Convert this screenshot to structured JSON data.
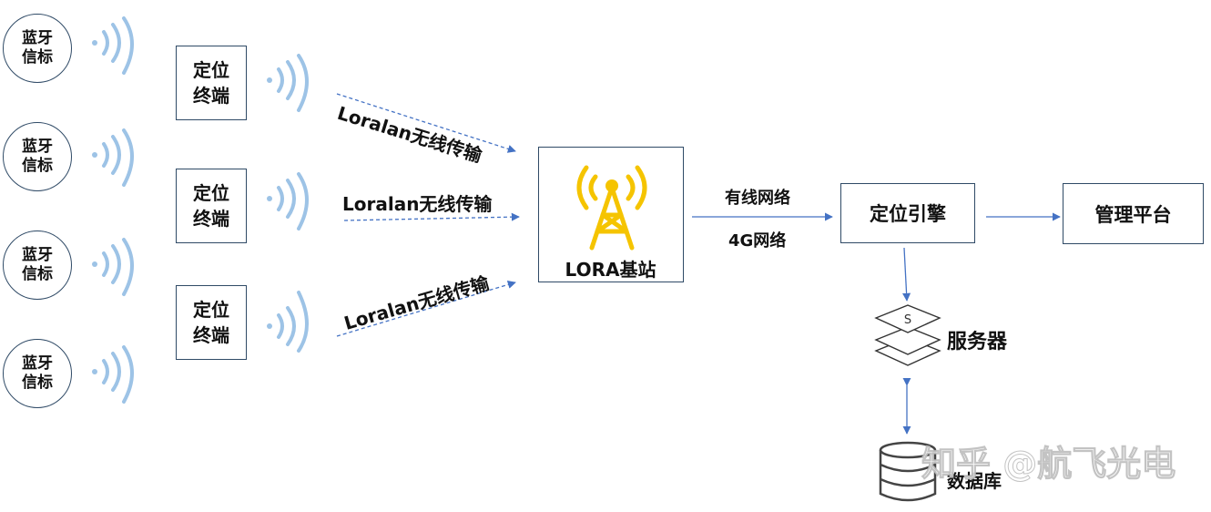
{
  "beacons": [
    "蓝牙\n信标",
    "蓝牙\n信标",
    "蓝牙\n信标",
    "蓝牙\n信标"
  ],
  "terminals": [
    "定位\n终端",
    "定位\n终端",
    "定位\n终端"
  ],
  "transmission_labels": [
    "Loralan无线传输",
    "Loralan无线传输",
    "Loralan无线传输"
  ],
  "base_station": {
    "label": "LORA基站",
    "icon": "antenna-tower-icon",
    "color": "#f5c400"
  },
  "network_labels": {
    "wired": "有线网络",
    "cellular": "4G网络"
  },
  "engine": {
    "label": "定位引擎"
  },
  "platform": {
    "label": "管理平台"
  },
  "server": {
    "label": "服务器",
    "icon": "server-stack-icon",
    "glyph": "S"
  },
  "database": {
    "label": "数据库",
    "icon": "database-icon"
  },
  "watermark": "知乎 @航飞光电",
  "colors": {
    "signal": "#9dc3e6",
    "arrow": "#4472c4",
    "border": "#2f4a66"
  }
}
